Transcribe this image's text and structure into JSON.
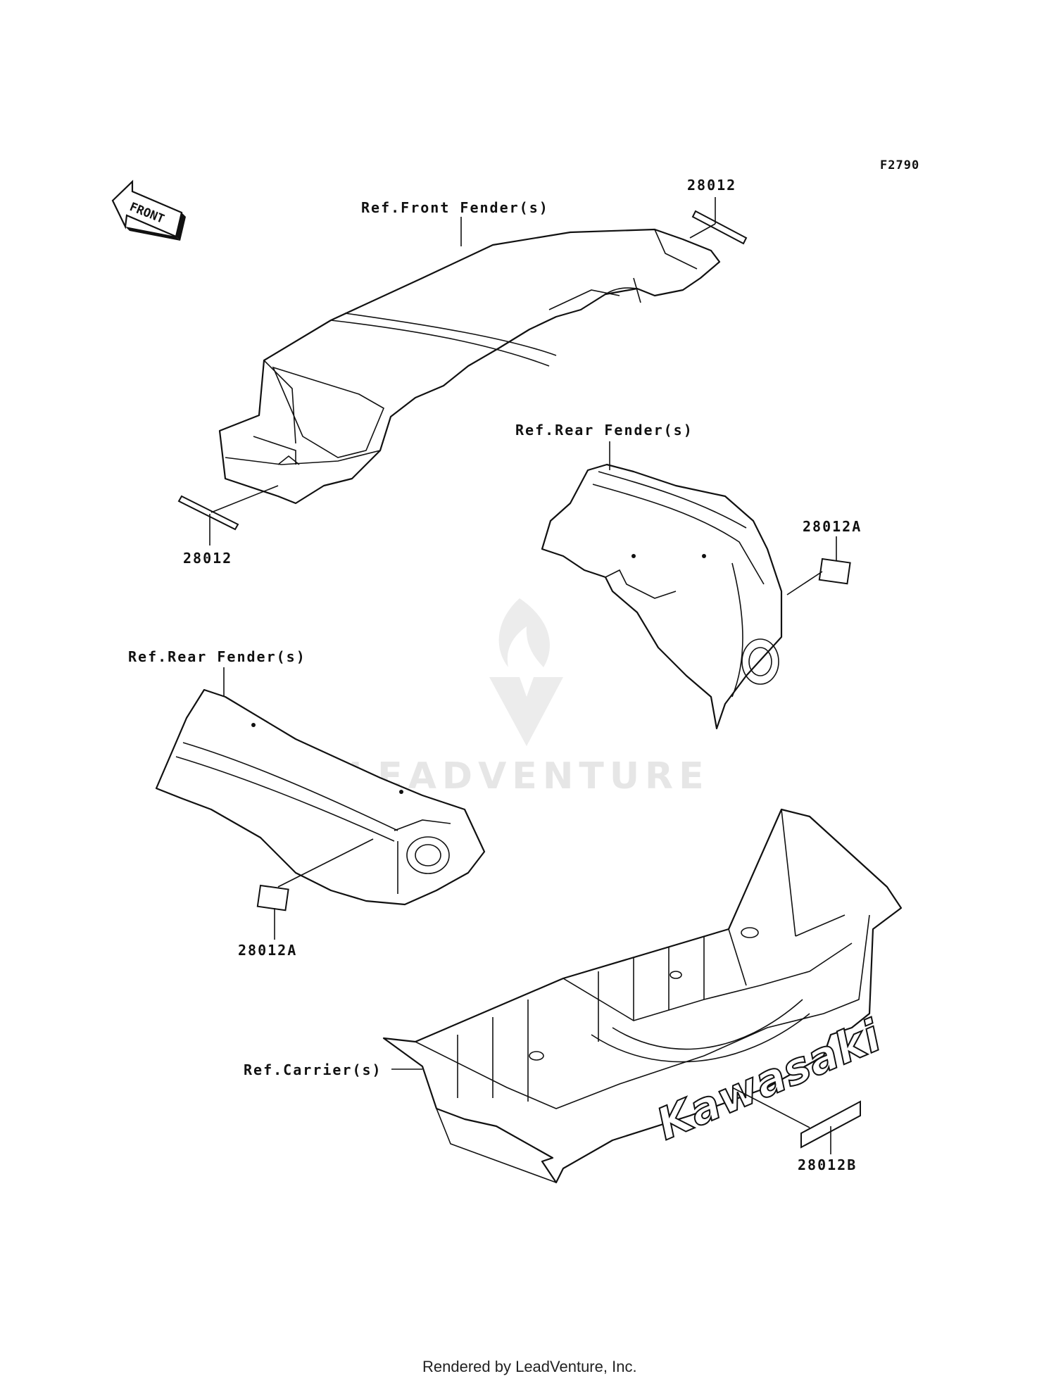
{
  "figure_code": "F2790",
  "front_arrow": "FRONT",
  "watermark": "LEADVENTURE",
  "footer": "Rendered by LeadVenture, Inc.",
  "brand_decal": "Kawasaki",
  "refs": {
    "front_fender": "Ref.Front Fender(s)",
    "rear_fender_right": "Ref.Rear Fender(s)",
    "rear_fender_left": "Ref.Rear Fender(s)",
    "carrier": "Ref.Carrier(s)"
  },
  "parts": {
    "p28012_top": "28012",
    "p28012_left": "28012",
    "p28012a_right": "28012A",
    "p28012a_left": "28012A",
    "p28012b": "28012B"
  }
}
